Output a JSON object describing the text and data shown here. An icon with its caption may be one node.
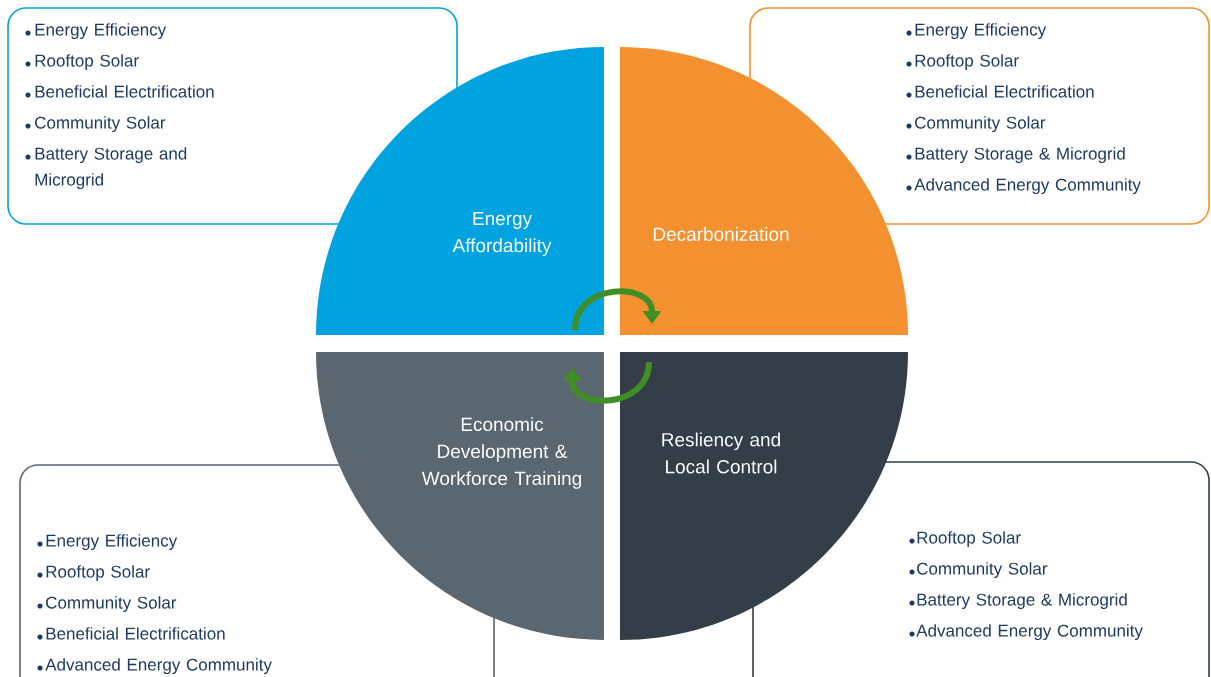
{
  "diagram": {
    "nodes": [
      {
        "text": [
          "Energy Efficiency",
          "Rooftop Solar",
          "Beneficial Electrification",
          "Community Solar",
          "Battery Storage and Microgrid"
        ]
      },
      {
        "text": [
          "Energy Efficiency",
          "Rooftop Solar",
          "Beneficial Electrification",
          "Community Solar",
          "Battery Storage & Microgrid",
          "Advanced Energy Community"
        ]
      },
      {
        "text": [
          "Energy Affordability"
        ]
      },
      {
        "text": [
          "Decarbonization"
        ]
      },
      {
        "text": [
          "Economic Development & Workforce Training"
        ]
      },
      {
        "text": [
          "Resliency and Local Control"
        ]
      },
      {
        "text": [
          "Energy Efficiency",
          "Rooftop Solar",
          "Community Solar",
          "Beneficial Electrification",
          "Advanced Energy Community"
        ]
      },
      {
        "text": [
          "Rooftop Solar",
          "Community Solar",
          "Battery Storage & Microgrid",
          "Advanced Energy Community"
        ]
      }
    ],
    "edges": [
      {
        "from": 2,
        "to": 3,
        "arrow": "to",
        "color": "#3f8f26"
      },
      {
        "from": 5,
        "to": 4,
        "arrow": "to",
        "color": "#3f8f26"
      }
    ]
  }
}
